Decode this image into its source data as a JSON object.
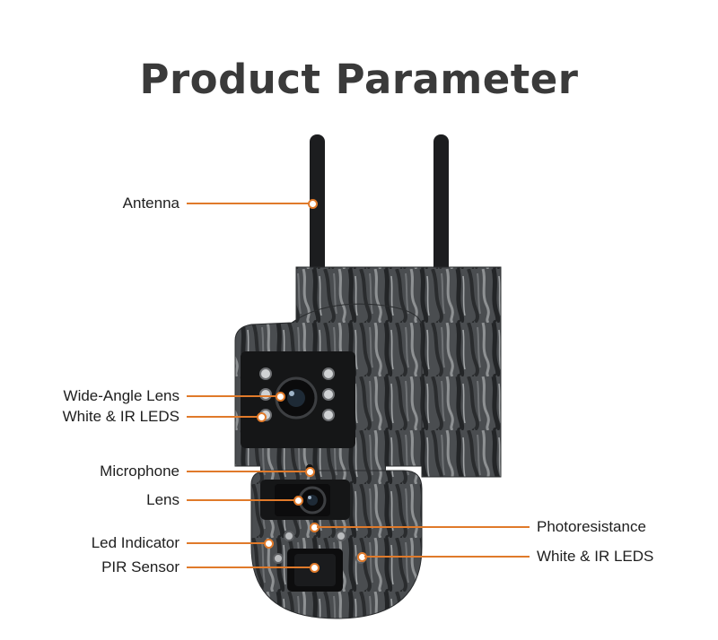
{
  "title": "Product Parameter",
  "colors": {
    "leader": "#e07a2a",
    "title": "#3a3a3a",
    "camo_dark": "#2b2d2f",
    "camo_light": "#8a8d8f"
  },
  "callouts_left": [
    {
      "id": "antenna",
      "label": "Antenna"
    },
    {
      "id": "wide-angle-lens",
      "label": "Wide-Angle Lens"
    },
    {
      "id": "white-ir-leds-top",
      "label": "White & IR LEDS"
    },
    {
      "id": "microphone",
      "label": "Microphone"
    },
    {
      "id": "lens",
      "label": "Lens"
    },
    {
      "id": "led-indicator",
      "label": "Led Indicator"
    },
    {
      "id": "pir-sensor",
      "label": "PIR Sensor"
    }
  ],
  "callouts_right": [
    {
      "id": "photoresistance",
      "label": "Photoresistance"
    },
    {
      "id": "white-ir-leds-bottom",
      "label": "White & IR LEDS"
    }
  ]
}
